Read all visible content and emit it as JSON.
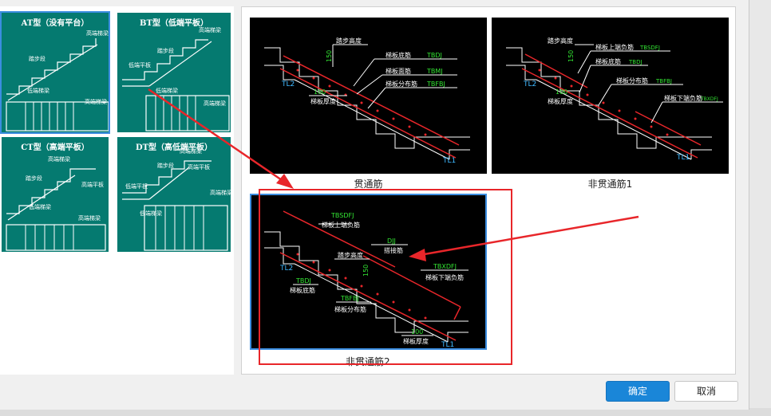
{
  "thumbnails": [
    {
      "title": "AT型（没有平台）",
      "labels": [
        "高端梯梁",
        "踏步段",
        "低端梯梁",
        "高端梯梁"
      ]
    },
    {
      "title": "BT型（低端平板）",
      "labels": [
        "高端梯梁",
        "踏步段",
        "低端平板",
        "低端梯梁",
        "高端梯梁"
      ]
    },
    {
      "title": "CT型（高端平板）",
      "labels": [
        "高端梯梁",
        "踏步段",
        "高端平板",
        "低端梯梁",
        "高端梯梁"
      ]
    },
    {
      "title": "DT型（高低端平板）",
      "labels": [
        "高端梯梁",
        "高端平板",
        "踏步段",
        "低端平板",
        "低端梯梁",
        "高端梯梁"
      ]
    }
  ],
  "diagrams": [
    {
      "caption": "贯通筋",
      "labels": {
        "top": "踏步高度",
        "dim": "150",
        "l1": "梯板底筋",
        "l2": "梯板面筋",
        "l3": "梯板分布筋",
        "c1": "TBDJ",
        "c2": "TBMJ",
        "c3": "TBFBJ",
        "thick": "100",
        "thick_label": "梯板厚度",
        "tl2": "TL2",
        "tl1": "TL1"
      }
    },
    {
      "caption": "非贯通筋1",
      "labels": {
        "top": "踏步高度",
        "dim": "150",
        "l1": "梯板上端负筋",
        "c1": "TBSDFJ",
        "l2": "梯板底筋",
        "c2": "TBDJ",
        "l3": "梯板分布筋",
        "c3": "TBFBJ",
        "l4": "梯板下端负筋",
        "c4": "TBXDFJ",
        "thick": "100",
        "thick_label": "梯板厚度",
        "tl2": "TL2",
        "tl1": "TL1"
      }
    },
    {
      "caption": "非贯通筋2",
      "labels": {
        "c1": "TBSDFJ",
        "l1": "梯板上端负筋",
        "c2": "DJJ",
        "l2": "搭接筋",
        "top": "踏步高度",
        "dim": "150",
        "c3": "TBXDFJ",
        "l3": "梯板下端负筋",
        "c4": "TBDJ",
        "l4": "梯板底筋",
        "c5": "TBFBJ",
        "l5": "梯板分布筋",
        "thick": "100",
        "thick_label": "梯板厚度",
        "tl2": "TL2",
        "tl1": "TL1"
      }
    }
  ],
  "buttons": {
    "ok": "确定",
    "cancel": "取消"
  },
  "colors": {
    "thumb_bg": "#057a70",
    "accent": "#1a86d8",
    "annotation": "#e8262a"
  }
}
